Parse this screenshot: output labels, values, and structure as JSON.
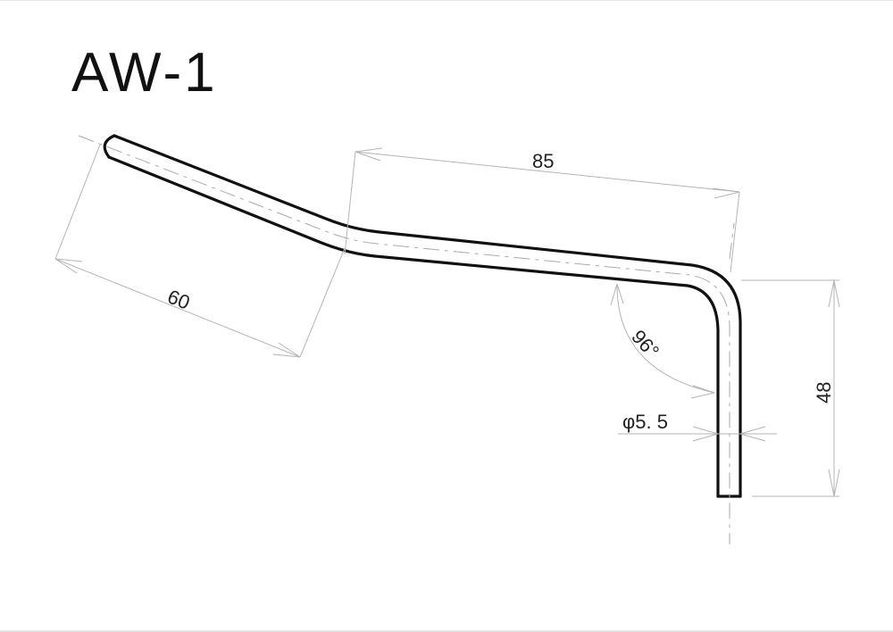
{
  "drawing": {
    "title": "AW-1",
    "part_type": "bent-rod",
    "colors": {
      "outline": "#111111",
      "dimension_lines": "#b4b4b4",
      "center_line": "#aaaaaa",
      "background": "#ffffff"
    },
    "dimensions": {
      "first_segment_length": "60",
      "second_segment_length": "85",
      "vertical_leg_height": "48",
      "bend_angle": "96°",
      "rod_diameter": "φ5. 5"
    }
  }
}
